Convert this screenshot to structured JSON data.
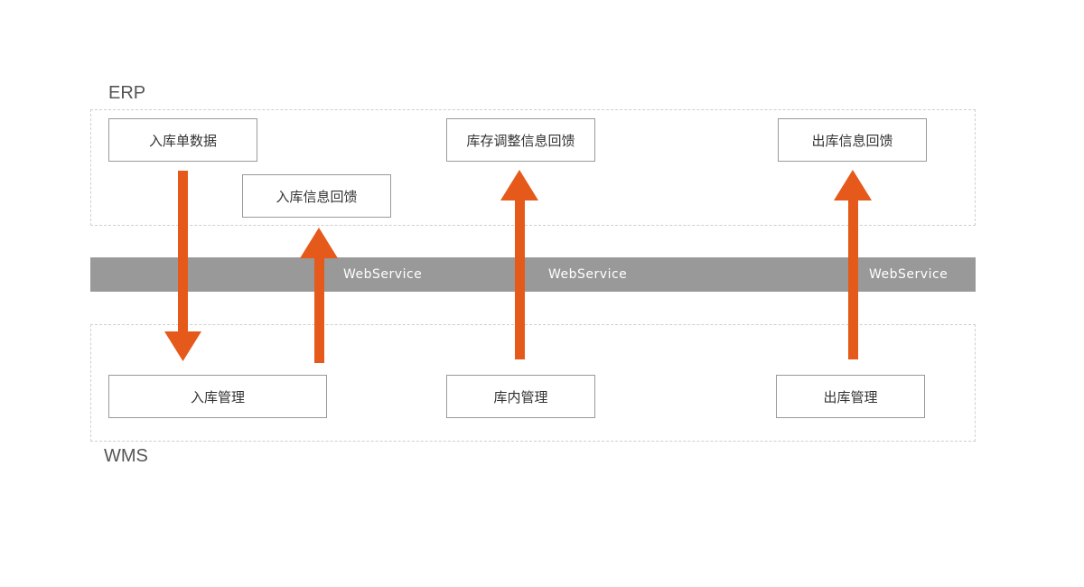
{
  "zones": {
    "erp_label": "ERP",
    "wms_label": "WMS"
  },
  "erp_nodes": {
    "inbound_order_data": "入库单数据",
    "inbound_feedback": "入库信息回馈",
    "stock_adjust_feedback": "库存调整信息回馈",
    "outbound_feedback": "出库信息回馈"
  },
  "wms_nodes": {
    "inbound_management": "入库管理",
    "warehouse_management": "库内管理",
    "outbound_management": "出库管理"
  },
  "bus": {
    "label_1": "WebService",
    "label_2": "WebService",
    "label_3": "WebService"
  },
  "colors": {
    "arrow": "#e55a1b",
    "bus": "#999999",
    "border": "#9a9a9a"
  }
}
